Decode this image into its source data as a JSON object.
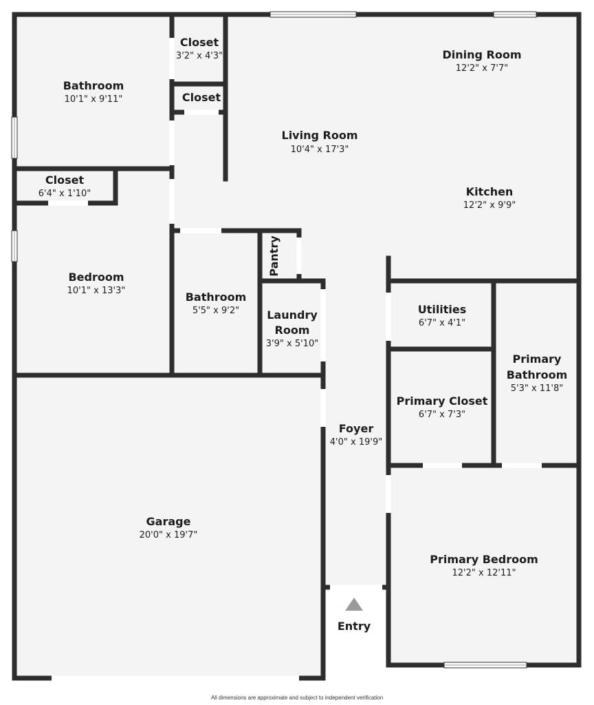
{
  "rooms": {
    "bathroom_1": {
      "name": "Bathroom",
      "dims": "10'1\" x 9'11\""
    },
    "closet_1": {
      "name": "Closet",
      "dims": "3'2\" x 4'3\""
    },
    "closet_2": {
      "name": "Closet",
      "dims": ""
    },
    "dining_room": {
      "name": "Dining Room",
      "dims": "12'2\" x 7'7\""
    },
    "living_room": {
      "name": "Living Room",
      "dims": "10'4\" x 17'3\""
    },
    "kitchen": {
      "name": "Kitchen",
      "dims": "12'2\" x 9'9\""
    },
    "closet_3": {
      "name": "Closet",
      "dims": "6'4\" x 1'10\""
    },
    "bedroom": {
      "name": "Bedroom",
      "dims": "10'1\" x 13'3\""
    },
    "pantry": {
      "name": "Pantry",
      "dims": ""
    },
    "bathroom_2": {
      "name": "Bathroom",
      "dims": "5'5\" x 9'2\""
    },
    "laundry_room": {
      "name_line1": "Laundry",
      "name_line2": "Room",
      "dims": "3'9\" x 5'10\""
    },
    "utilities": {
      "name": "Utilities",
      "dims": "6'7\" x 4'1\""
    },
    "primary_bathroom": {
      "name_line1": "Primary",
      "name_line2": "Bathroom",
      "dims": "5'3\" x 11'8\""
    },
    "primary_closet": {
      "name": "Primary Closet",
      "dims": "6'7\" x 7'3\""
    },
    "foyer": {
      "name": "Foyer",
      "dims": "4'0\" x 19'9\""
    },
    "garage": {
      "name": "Garage",
      "dims": "20'0\" x 19'7\""
    },
    "primary_bedroom": {
      "name": "Primary Bedroom",
      "dims": "12'2\" x 12'11\""
    }
  },
  "entry": {
    "label": "Entry"
  },
  "footer": {
    "disclaimer": "All dimensions are approximate and subject to independent verification"
  },
  "colors": {
    "wall": "#2d2d2d",
    "floor": "#f4f4f4",
    "opening": "#ffffff",
    "window": "#d6d6d6",
    "arrow": "#9a9a9a"
  }
}
